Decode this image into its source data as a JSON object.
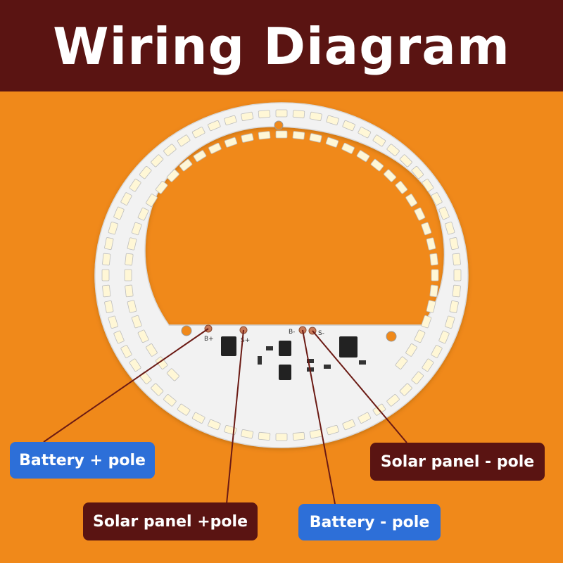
{
  "header": {
    "title": "Wiring Diagram"
  },
  "labels": {
    "battery_plus": "Battery + pole",
    "solar_plus": "Solar panel  +pole",
    "battery_minus": "Battery - pole",
    "solar_minus": "Solar panel - pole"
  },
  "pads": {
    "b_plus": "B+",
    "s_plus": "S+",
    "b_minus": "B-",
    "s_minus": "S-"
  },
  "colors": {
    "background": "#f0891a",
    "header": "#5a1412",
    "board": "#f2f2f2",
    "led": "#fff7d6",
    "blue_label": "#2d6fd8",
    "maroon_label": "#5a1412",
    "wire": "#6b1a14"
  }
}
